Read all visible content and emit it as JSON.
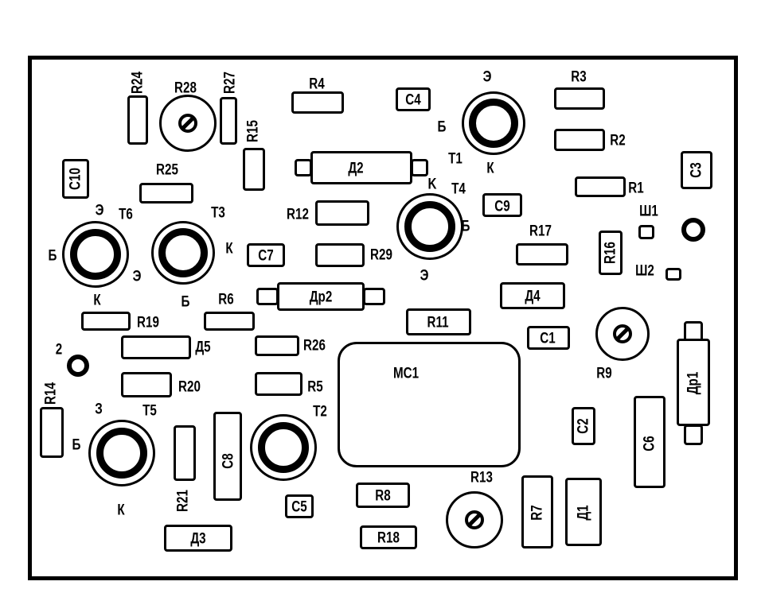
{
  "labels": {
    "R24": "R24",
    "R28": "R28",
    "R27": "R27",
    "R15": "R15",
    "R4": "R4",
    "C4": "C4",
    "T1": "T1",
    "T1_e": "Э",
    "T1_b": "Б",
    "T1_k": "К",
    "R3": "R3",
    "R2": "R2",
    "C3": "C3",
    "R1": "R1",
    "C10": "C10",
    "R25": "R25",
    "D2": "Д2",
    "T4": "T4",
    "T4_k": "K",
    "T4_b": "Б",
    "T4_e": "Э",
    "C9": "C9",
    "R12": "R12",
    "T6": "T6",
    "T6_e1": "Э",
    "T6_b": "Б",
    "T6_e2": "Э",
    "T6_k": "К",
    "T3": "T3",
    "T3_k": "К",
    "T3_b": "Б",
    "R17": "R17",
    "R16": "R16",
    "SH1": "Ш1",
    "SH2": "Ш2",
    "C7": "C7",
    "R29": "R29",
    "DR2": "Др2",
    "D4": "Д4",
    "R19": "R19",
    "R6": "R6",
    "R11": "R11",
    "C1": "C1",
    "R9": "R9",
    "DR1": "Др1",
    "D5": "Д5",
    "R26": "R26",
    "P2": "2",
    "MC1": "MC1",
    "R20": "R20",
    "R5": "R5",
    "R14": "R14",
    "T5": "T5",
    "T5_e": "З",
    "T5_b": "Б",
    "T5_k": "К",
    "C8": "C8",
    "R21": "R21",
    "T2": "T2",
    "C2": "C2",
    "C6": "C6",
    "C5": "C5",
    "R8": "R8",
    "R13": "R13",
    "R7": "R7",
    "D1": "Д1",
    "D3": "Д3",
    "R18": "R18"
  }
}
